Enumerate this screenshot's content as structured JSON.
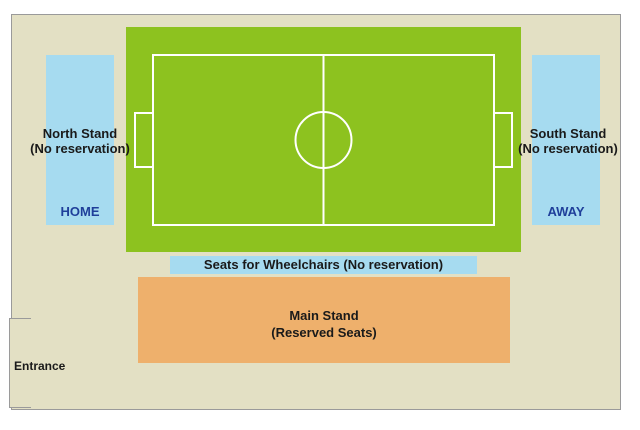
{
  "map": {
    "north_stand": {
      "line1": "North Stand",
      "line2": "(No reservation)"
    },
    "south_stand": {
      "line1": "South Stand",
      "line2": "(No reservation)"
    },
    "home_label": "HOME",
    "away_label": "AWAY",
    "wheelchair_label": "Seats for Wheelchairs (No reservation)",
    "main_stand": {
      "line1": "Main Stand",
      "line2": "(Reserved Seats)"
    },
    "entrance_label": "Entrance"
  },
  "colors": {
    "venue_floor": "#e3e0c4",
    "pitch": "#8dc21f",
    "free_stand": "#a6dbf0",
    "reserved_stand": "#eeb06c",
    "team_text": "#1f3f9a"
  }
}
